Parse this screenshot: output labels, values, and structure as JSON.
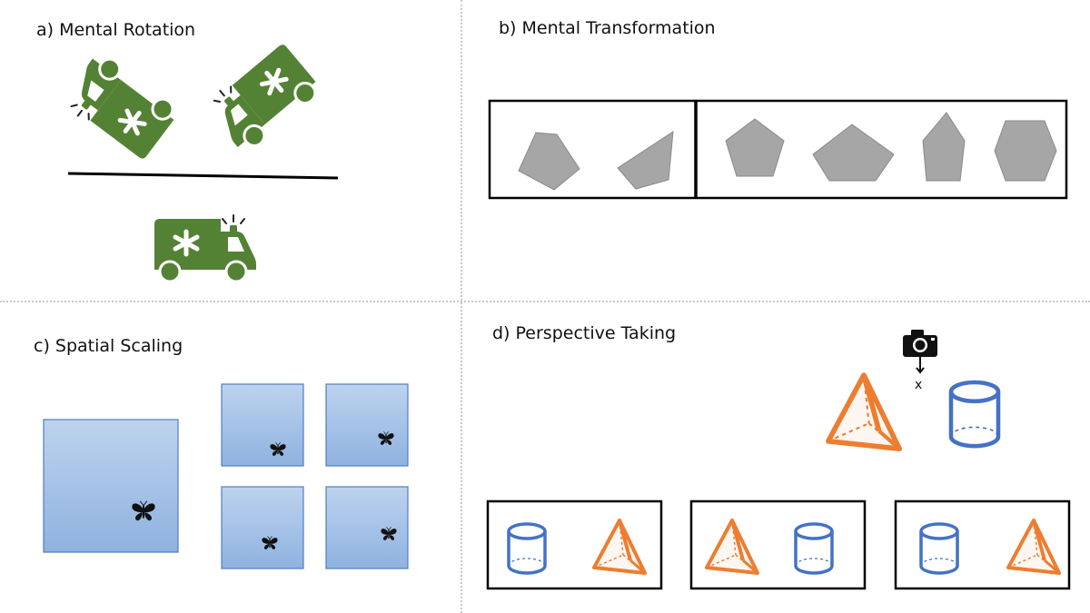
{
  "panels": {
    "a": {
      "title": "a) Mental Rotation"
    },
    "b": {
      "title": "b) Mental Transformation"
    },
    "c": {
      "title": "c) Spatial Scaling"
    },
    "d": {
      "title": "d) Perspective Taking",
      "camera_marker": "x"
    }
  },
  "colors": {
    "ambulance_green": "#548235",
    "shape_gray": "#a6a6a6",
    "square_blue_top": "#bdd3ee",
    "square_blue_bottom": "#8fb2e0",
    "pyramid_orange": "#ed7d31",
    "cylinder_blue": "#4472c4",
    "divider_gray": "#c9c9c9"
  },
  "icons": [
    "ambulance-icon",
    "butterfly-icon",
    "camera-icon",
    "pyramid-icon",
    "cylinder-icon"
  ]
}
